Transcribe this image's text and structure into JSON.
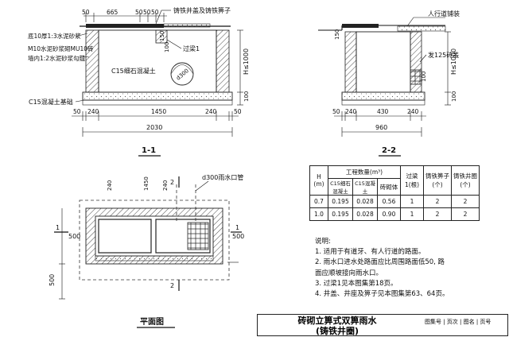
{
  "section_1": {
    "title": "1-1",
    "top_dims": [
      "50",
      "665",
      "50",
      "50",
      "50"
    ],
    "labels": {
      "frame": "铸铁井盖及铸铁箅子",
      "mortar_bottom": "底10厚1:3水泥砂浆",
      "wall_mortar": "M10水泥砂浆砌MU10砖",
      "wall_joint": "墙内1:2水泥砂浆勾缝",
      "concrete_c15": "C15细石混凝土",
      "base": "C15混凝土基础",
      "beam": "过梁1",
      "pipe": "d300",
      "height": "H≤1000",
      "d150": "150",
      "d100": "100",
      "d100_right": "100",
      "d100_bottom": "100"
    },
    "bottom_dims": [
      "50",
      "240",
      "1450",
      "240",
      "50"
    ],
    "total": "2030"
  },
  "section_2": {
    "title": "2-2",
    "labels": {
      "sidewalk": "人行道铺装",
      "grate_125": "发125砖盖",
      "height": "H≤1000",
      "d100": "100",
      "d100_low": "100",
      "d150": "150"
    },
    "bottom_dims": [
      "50",
      "240",
      "430",
      "240"
    ],
    "total": "960"
  },
  "plan": {
    "title": "平面图",
    "pipe_label": "d300雨水口管",
    "dims": {
      "d500a": "500",
      "d500b": "500",
      "d500c": "500",
      "d240": "240",
      "d1450": "1450",
      "d240b": "240"
    },
    "mark1": "1",
    "mark2": "2"
  },
  "table": {
    "header_h": "H",
    "header_unit": "(m)",
    "header_qty": "工程数量(m³)",
    "col_c15a": "C15细石混凝土",
    "col_c15b": "C15混凝土",
    "col_brick": "砖砌体",
    "col_beam": "过梁1(根)",
    "col_grate": "铸铁箅子(个)",
    "col_frame": "铸铁井圈(个)",
    "rows": [
      [
        "0.7",
        "0.195",
        "0.028",
        "0.56",
        "1",
        "2",
        "2"
      ],
      [
        "1.0",
        "0.195",
        "0.028",
        "0.90",
        "1",
        "2",
        "2"
      ]
    ]
  },
  "notes": {
    "heading": "说明:",
    "items": [
      "1. 适用于有道牙、有人行道的路面。",
      "2. 雨水口进水处路面应比周围路面低50, 路",
      "   面应顺坡接向雨水口。",
      "3. 过梁1见本图集第18页。",
      "4. 井盖、井座及箅子见本图集第63、64页。"
    ]
  },
  "titleblock": {
    "title_line1": "砖砌立箅式双箅雨水",
    "title_line2": "(铸铁井圈)",
    "atlas": "图集号 | 页次 | 图名 | 页号"
  }
}
